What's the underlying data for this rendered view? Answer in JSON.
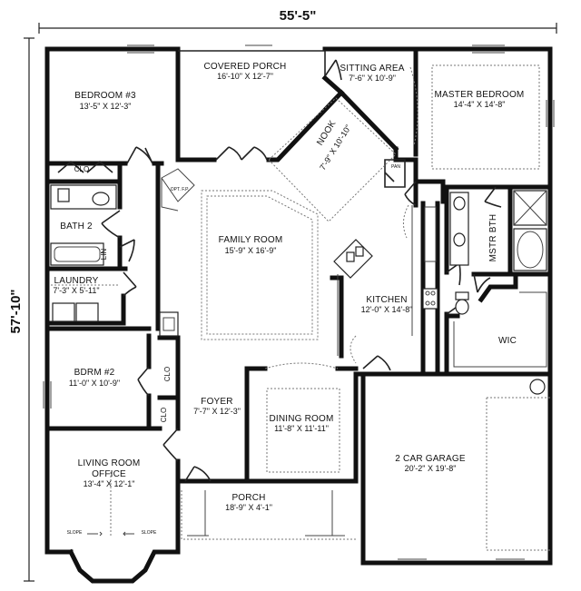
{
  "dimensions": {
    "width": "55'-5\"",
    "depth": "57'-10\""
  },
  "rooms": {
    "covered_porch": {
      "name": "COVERED PORCH",
      "size": "16'-10\" X 12'-7\""
    },
    "sitting_area": {
      "name": "SITTING AREA",
      "size": "7'-6\" X 10'-9\""
    },
    "bedroom3": {
      "name": "BEDROOM #3",
      "size": "13'-5\" X 12'-3\""
    },
    "master_bedroom": {
      "name": "MASTER BEDROOM",
      "size": "14'-4\" X 14'-8\""
    },
    "nook": {
      "name": "NOOK",
      "size": "7'-9\" X 10'-10\""
    },
    "family_room": {
      "name": "FAMILY ROOM",
      "size": "15'-9\" X 16'-9\""
    },
    "bath2": {
      "name": "BATH 2"
    },
    "master_bath": {
      "name": "MSTR BTH"
    },
    "laundry": {
      "name": "LAUNDRY",
      "size": "7'-3\" X 5'-11\""
    },
    "kitchen": {
      "name": "KITCHEN",
      "size": "12'-0\" X 14'-8\""
    },
    "wic": {
      "name": "WIC"
    },
    "bdrm2": {
      "name": "BDRM #2",
      "size": "11'-0\" X 10'-9\""
    },
    "foyer": {
      "name": "FOYER",
      "size": "7'-7\" X 12'-3\""
    },
    "dining_room": {
      "name": "DINING ROOM",
      "size": "11'-8\" X 11'-11\""
    },
    "garage": {
      "name": "2 CAR GARAGE",
      "size": "20'-2\" X 19'-8\""
    },
    "living_office": {
      "name": "LIVING ROOM",
      "name2": "OFFICE",
      "size": "13'-4\" X 12'-1\""
    },
    "porch": {
      "name": "PORCH",
      "size": "18'-9\" X 4'-1\""
    }
  },
  "labels": {
    "clo": "CLO",
    "lin": "LIN",
    "pan": "PAN",
    "slope": "SLOPE",
    "fireplace": "OPT. F.P."
  }
}
